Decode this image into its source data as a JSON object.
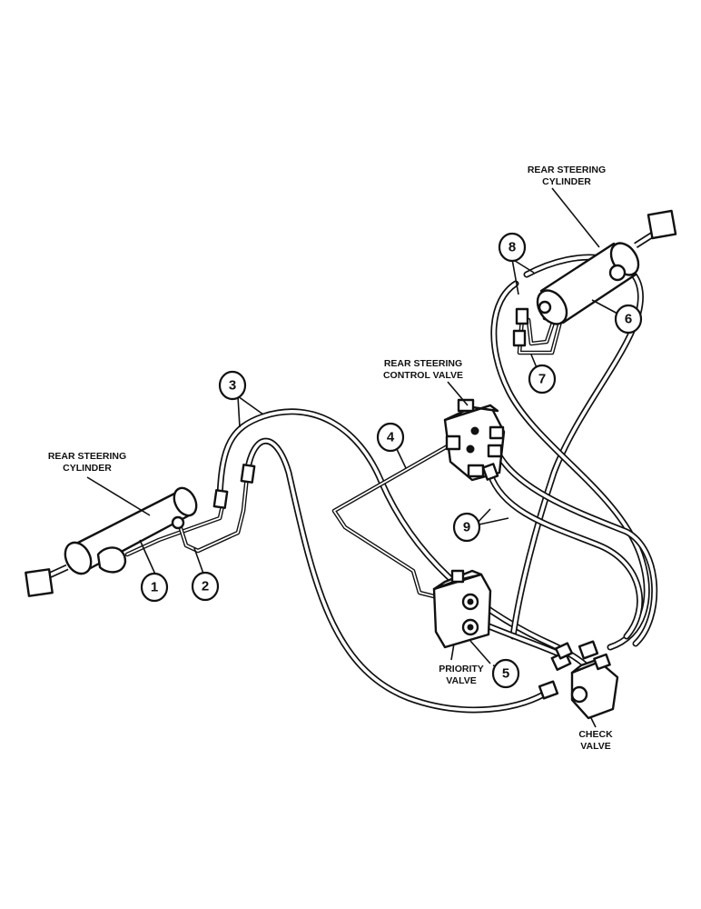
{
  "labels": {
    "cyl_right_1": "REAR STEERING",
    "cyl_right_2": "CYLINDER",
    "cyl_left_1": "REAR STEERING",
    "cyl_left_2": "CYLINDER",
    "control_1": "REAR STEERING",
    "control_2": "CONTROL VALVE",
    "priority_1": "PRIORITY",
    "priority_2": "VALVE",
    "check_1": "CHECK",
    "check_2": "VALVE"
  },
  "callouts": {
    "c1": "1",
    "c2": "2",
    "c3": "3",
    "c4": "4",
    "c5": "5",
    "c6": "6",
    "c7": "7",
    "c8": "8",
    "c9": "9"
  }
}
